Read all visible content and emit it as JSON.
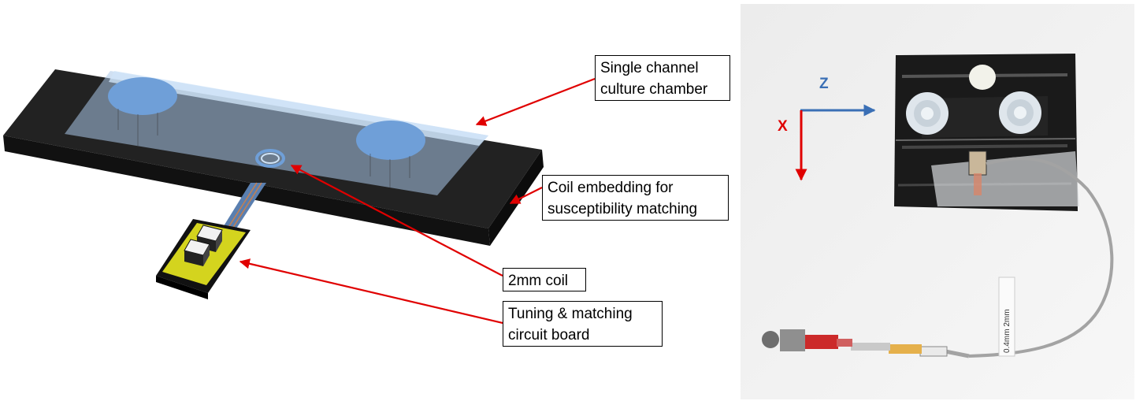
{
  "callouts": {
    "chamber": [
      "Single channel",
      "culture chamber"
    ],
    "embedding": [
      "Coil embedding for",
      "susceptibility matching"
    ],
    "coil": [
      "2mm coil"
    ],
    "board": [
      "Tuning & matching",
      "circuit board"
    ]
  },
  "photo": {
    "axis_z": "Z",
    "axis_x": "X",
    "cable_label": "0.4mm  2mm"
  },
  "colors": {
    "arrow": "#e00000",
    "axis_z": "#3a6fb5",
    "axis_x": "#e00000",
    "board": "#d4d41e",
    "holder": "#1a1a1a"
  }
}
